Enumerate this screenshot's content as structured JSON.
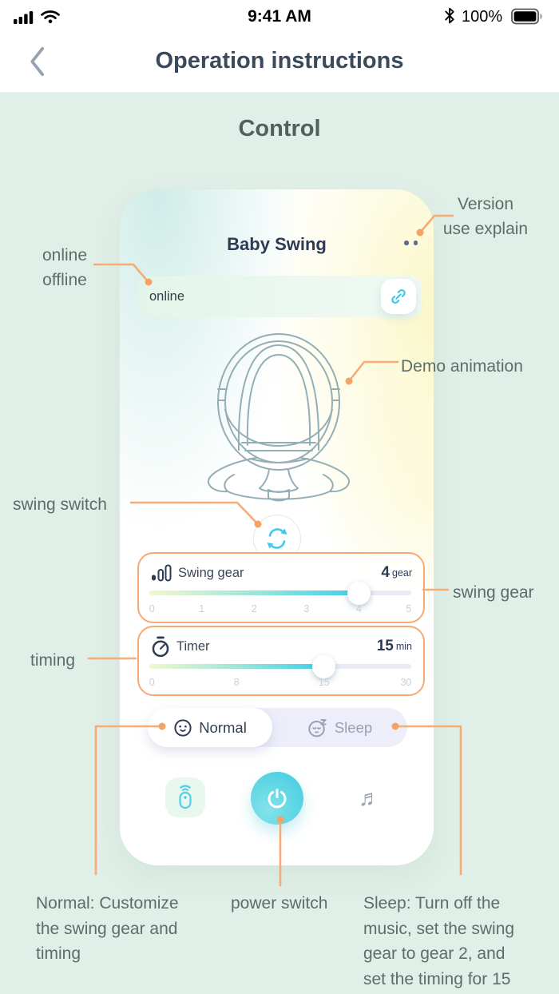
{
  "status_bar": {
    "time": "9:41 AM",
    "battery_percent": "100%"
  },
  "nav": {
    "title": "Operation instructions"
  },
  "page": {
    "title": "Control"
  },
  "card": {
    "title": "Baby Swing",
    "status": "online",
    "swing_gear": {
      "label": "Swing gear",
      "value": "4",
      "unit": "gear",
      "percent": 80,
      "ticks": [
        "0",
        "1",
        "2",
        "3",
        "4",
        "5"
      ]
    },
    "timer": {
      "label": "Timer",
      "value": "15",
      "unit": "min",
      "percent": 66.7,
      "ticks": [
        "0",
        "8",
        "15",
        "30"
      ]
    },
    "modes": {
      "normal": "Normal",
      "sleep": "Sleep",
      "active": "Normal"
    }
  },
  "annotations": {
    "version": {
      "lines": [
        "Version",
        "use explain"
      ]
    },
    "connection": {
      "lines": [
        "online",
        "offline"
      ]
    },
    "demo": "Demo animation",
    "swing_switch": "swing switch",
    "swing_gear": "swing gear",
    "timing": "timing",
    "normal_note": {
      "lines": [
        "Normal: Customize",
        "the swing gear and",
        "timing"
      ]
    },
    "power_note": "power switch",
    "sleep_note": {
      "lines": [
        "Sleep: Turn off the",
        "music, set the swing",
        "gear to gear 2, and",
        "set the timing for 15"
      ]
    }
  },
  "colors": {
    "accent_orange": "#f7a975",
    "cyan": "#3ecbea",
    "mint_bg": "#e0efe7",
    "navy": "#2d3b55",
    "note_text": "#5b6e68"
  }
}
